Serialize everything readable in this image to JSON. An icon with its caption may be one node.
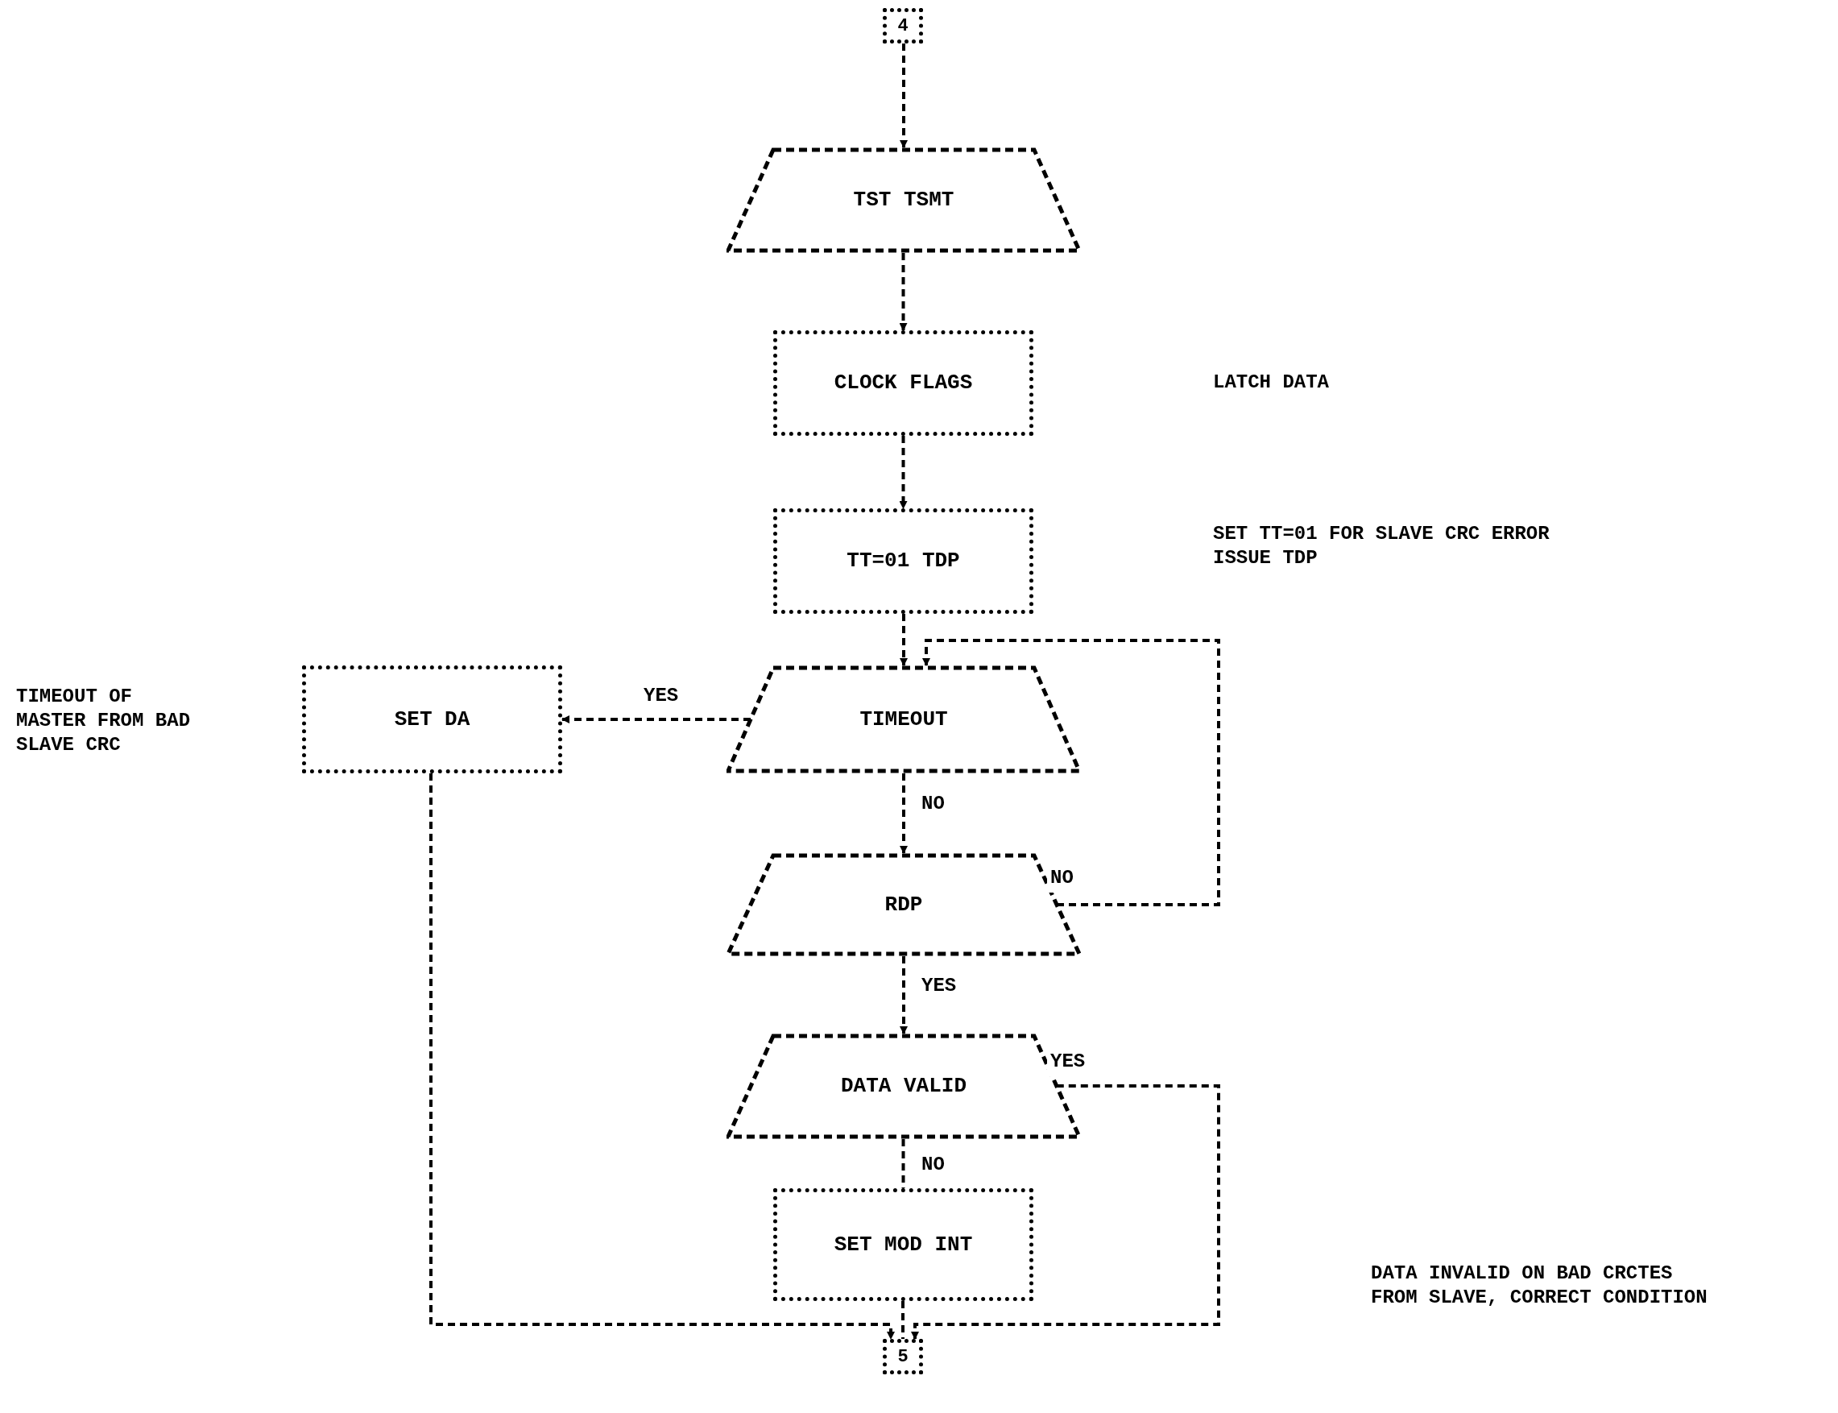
{
  "diagram": {
    "nodes": [
      {
        "text": [
          "4"
        ]
      },
      {
        "text": [
          "TST TSMT"
        ]
      },
      {
        "text": [
          "CLOCK FLAGS"
        ]
      },
      {
        "text": [
          "TT=01 TDP"
        ]
      },
      {
        "text": [
          "TIMEOUT"
        ]
      },
      {
        "text": [
          "SET DA"
        ]
      },
      {
        "text": [
          "RDP"
        ]
      },
      {
        "text": [
          "DATA VALID"
        ]
      },
      {
        "text": [
          "SET MOD INT"
        ]
      },
      {
        "text": [
          "5"
        ]
      }
    ],
    "edges": [
      {
        "from": 0,
        "to": 1,
        "arrow": "to"
      },
      {
        "from": 1,
        "to": 2,
        "arrow": "to"
      },
      {
        "from": 2,
        "to": 3,
        "arrow": "to"
      },
      {
        "from": 3,
        "to": 4,
        "arrow": "to"
      },
      {
        "from": 4,
        "to": 5,
        "arrow": "to",
        "label": "YES"
      },
      {
        "from": 4,
        "to": 6,
        "arrow": "to",
        "label": "NO"
      },
      {
        "from": 6,
        "to": 4,
        "arrow": "to",
        "label": "NO"
      },
      {
        "from": 6,
        "to": 7,
        "arrow": "to",
        "label": "YES"
      },
      {
        "from": 7,
        "to": 9,
        "arrow": "to",
        "label": "YES"
      },
      {
        "from": 7,
        "to": 8,
        "arrow": "none",
        "label": "NO"
      },
      {
        "from": 5,
        "to": 9,
        "arrow": "to"
      },
      {
        "from": 8,
        "to": 9,
        "arrow": "none"
      }
    ],
    "labels": [
      "LATCH DATA",
      "SET TT=01 FOR SLAVE CRC ERROR ISSUE TDP",
      "TIMEOUT OF MASTER FROM BAD SLAVE CRC",
      "DATA INVALID ON BAD CRCTES FROM SLAVE, CORRECT CONDITION"
    ]
  }
}
